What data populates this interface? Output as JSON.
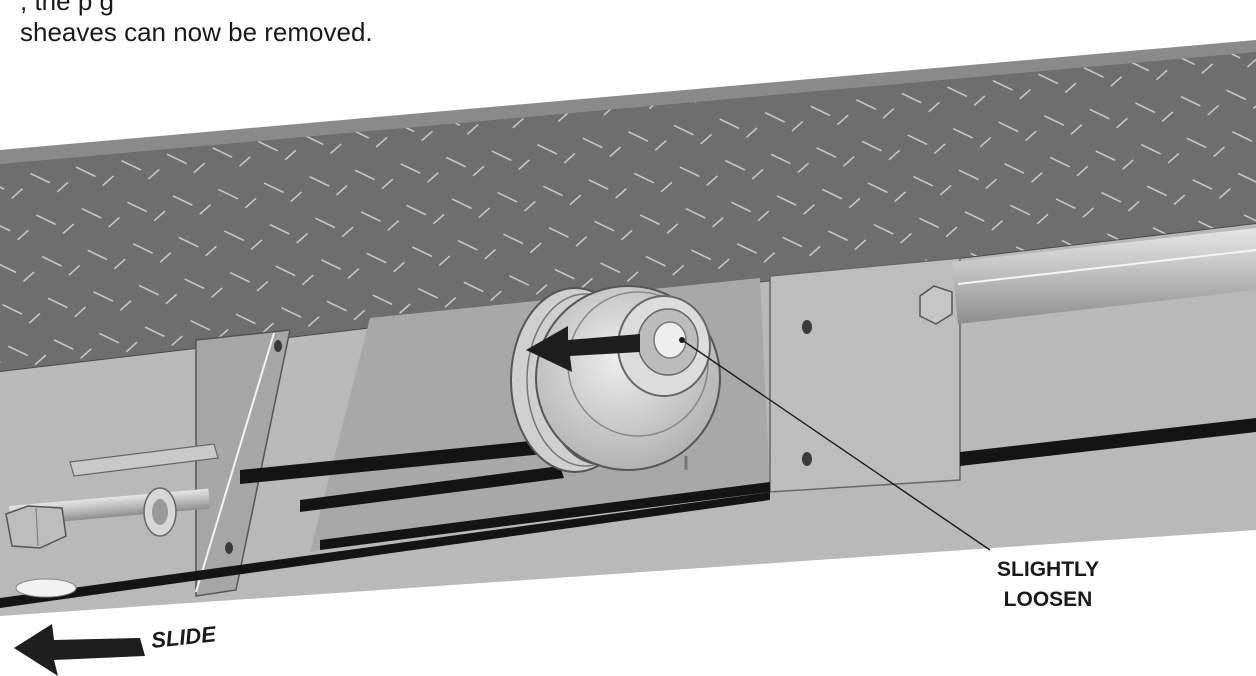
{
  "instructions": {
    "line_1_partial": "                 , the        p                      g",
    "line_2": "sheaves can now be removed."
  },
  "callouts": {
    "loosen": {
      "line_1": "SLIGHTLY",
      "line_2": "LOOSEN"
    },
    "slide": "SLIDE"
  },
  "colors": {
    "deck_plate": "#6e6e6e",
    "frame_panel": "#b9b9b9",
    "belt": "#141414",
    "arrow": "#1e1e1e"
  }
}
